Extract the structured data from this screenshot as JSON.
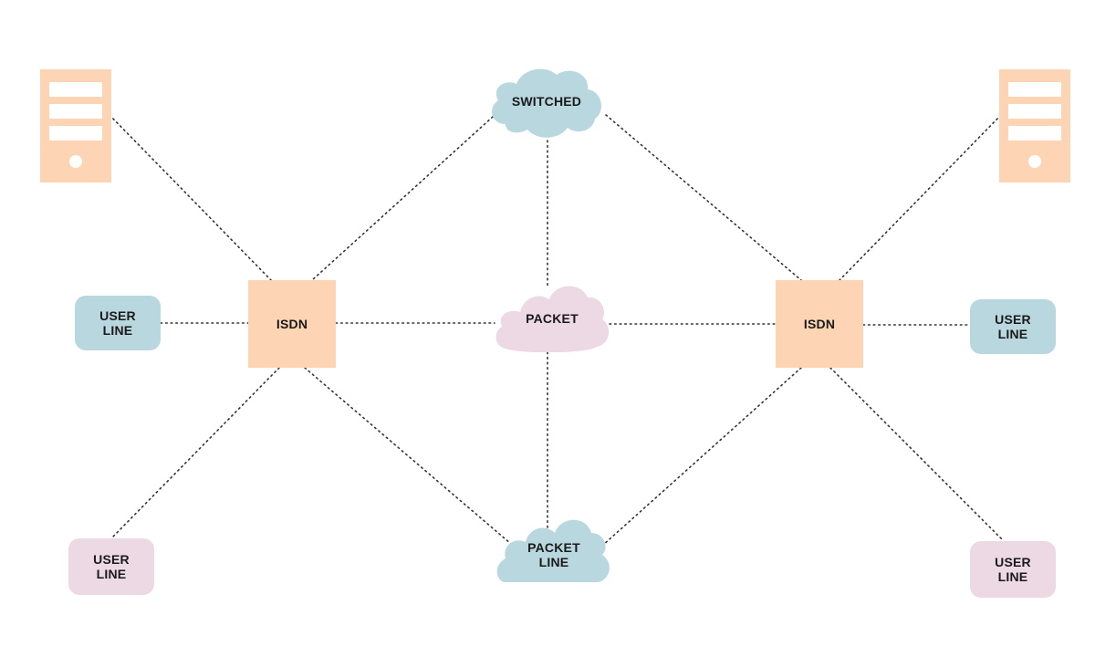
{
  "nodes": {
    "switched_cloud": {
      "label": "SWITCHED",
      "color": "#b9d7de"
    },
    "packet_cloud": {
      "label": "PACKET",
      "color": "#ecd9e4"
    },
    "packet_line_cloud": {
      "line1": "PACKET",
      "line2": "LINE",
      "color": "#b9d7de"
    },
    "isdn_left": {
      "label": "ISDN",
      "color": "#fdd5b4"
    },
    "isdn_right": {
      "label": "ISDN",
      "color": "#fdd5b4"
    },
    "user_line_left_mid": {
      "line1": "USER",
      "line2": "LINE",
      "color": "#b9d7de"
    },
    "user_line_left_bottom": {
      "line1": "USER",
      "line2": "LINE",
      "color": "#ecd9e4"
    },
    "user_line_right_mid": {
      "line1": "USER",
      "line2": "LINE",
      "color": "#b9d7de"
    },
    "user_line_right_bottom": {
      "line1": "USER",
      "line2": "LINE",
      "color": "#ecd9e4"
    },
    "server_left": {
      "icon": "server-icon",
      "color": "#fdd5b4"
    },
    "server_right": {
      "icon": "server-icon",
      "color": "#fdd5b4"
    }
  },
  "links": [
    [
      "server_left",
      "isdn_left"
    ],
    [
      "switched_cloud",
      "isdn_left"
    ],
    [
      "user_line_left_mid",
      "isdn_left"
    ],
    [
      "isdn_left",
      "packet_cloud"
    ],
    [
      "isdn_left",
      "user_line_left_bottom"
    ],
    [
      "isdn_left",
      "packet_line_cloud"
    ],
    [
      "switched_cloud",
      "packet_cloud"
    ],
    [
      "packet_cloud",
      "packet_line_cloud"
    ],
    [
      "switched_cloud",
      "isdn_right"
    ],
    [
      "server_right",
      "isdn_right"
    ],
    [
      "packet_cloud",
      "isdn_right"
    ],
    [
      "isdn_right",
      "user_line_right_mid"
    ],
    [
      "isdn_right",
      "packet_line_cloud"
    ],
    [
      "isdn_right",
      "user_line_right_bottom"
    ]
  ]
}
